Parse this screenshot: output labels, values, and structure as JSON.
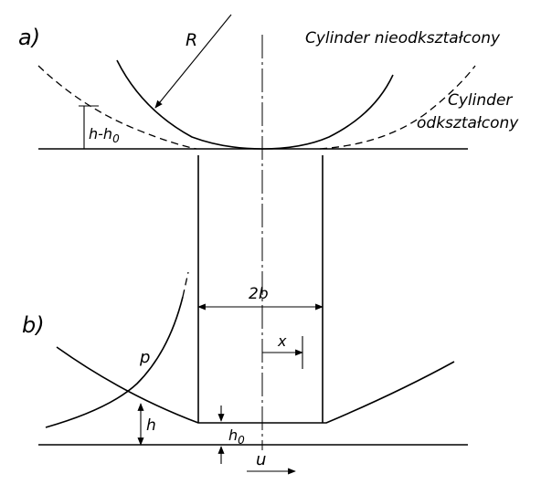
{
  "labels": {
    "panel_a": "a)",
    "panel_b": "b)",
    "radius": "R",
    "undeformed": "Cylinder nieodkształcony",
    "deformed_line1": "Cylinder",
    "deformed_line2": "odkształcony",
    "gap_a": "h-h",
    "gap_a_sub": "0",
    "width": "2b",
    "offset": "x",
    "pressure": "p",
    "gap": "h",
    "gap0": "h",
    "gap0_sub": "0",
    "velocity": "u"
  }
}
